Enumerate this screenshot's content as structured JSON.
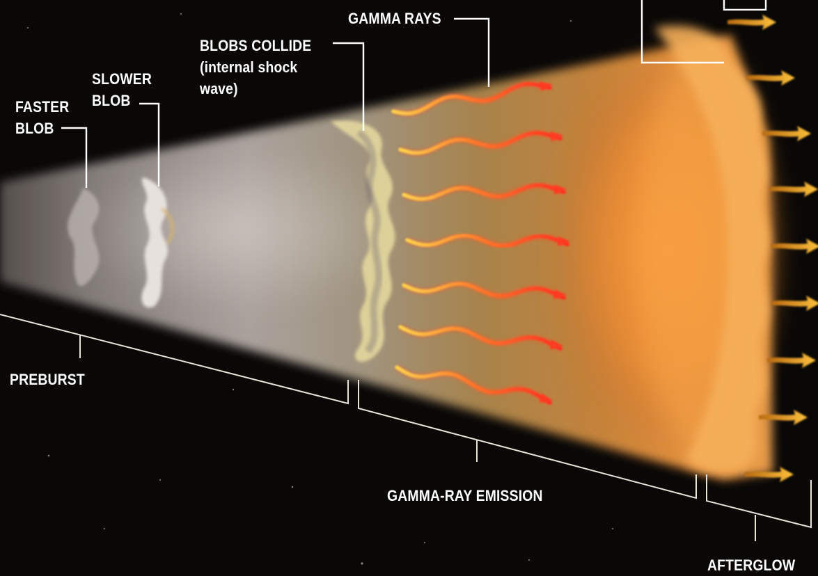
{
  "labels": {
    "faster_blob": [
      "FASTER",
      "BLOB"
    ],
    "slower_blob": [
      "SLOWER",
      "BLOB"
    ],
    "blobs_collide": [
      "BLOBS COLLIDE",
      "(internal shock",
      "wave)"
    ],
    "gamma_rays": "GAMMA RAYS",
    "preburst": "PREBURST",
    "gamma_ray_emission": "GAMMA-RAY EMISSION",
    "afterglow": "AFTERGLOW"
  },
  "colors": {
    "background": "#0a0807",
    "label_text": "#ffffff",
    "leader_line": "#e8e4da",
    "gamma_ray_wave": "#ff4a2a",
    "afterglow_arrow": "#f5a623",
    "afterglow_front": "#f39a3c",
    "jet_haze": "#d8cfc4"
  },
  "icons": {
    "gamma_ray": "wavy-arrow-icon",
    "afterglow": "arrow-right-icon"
  }
}
